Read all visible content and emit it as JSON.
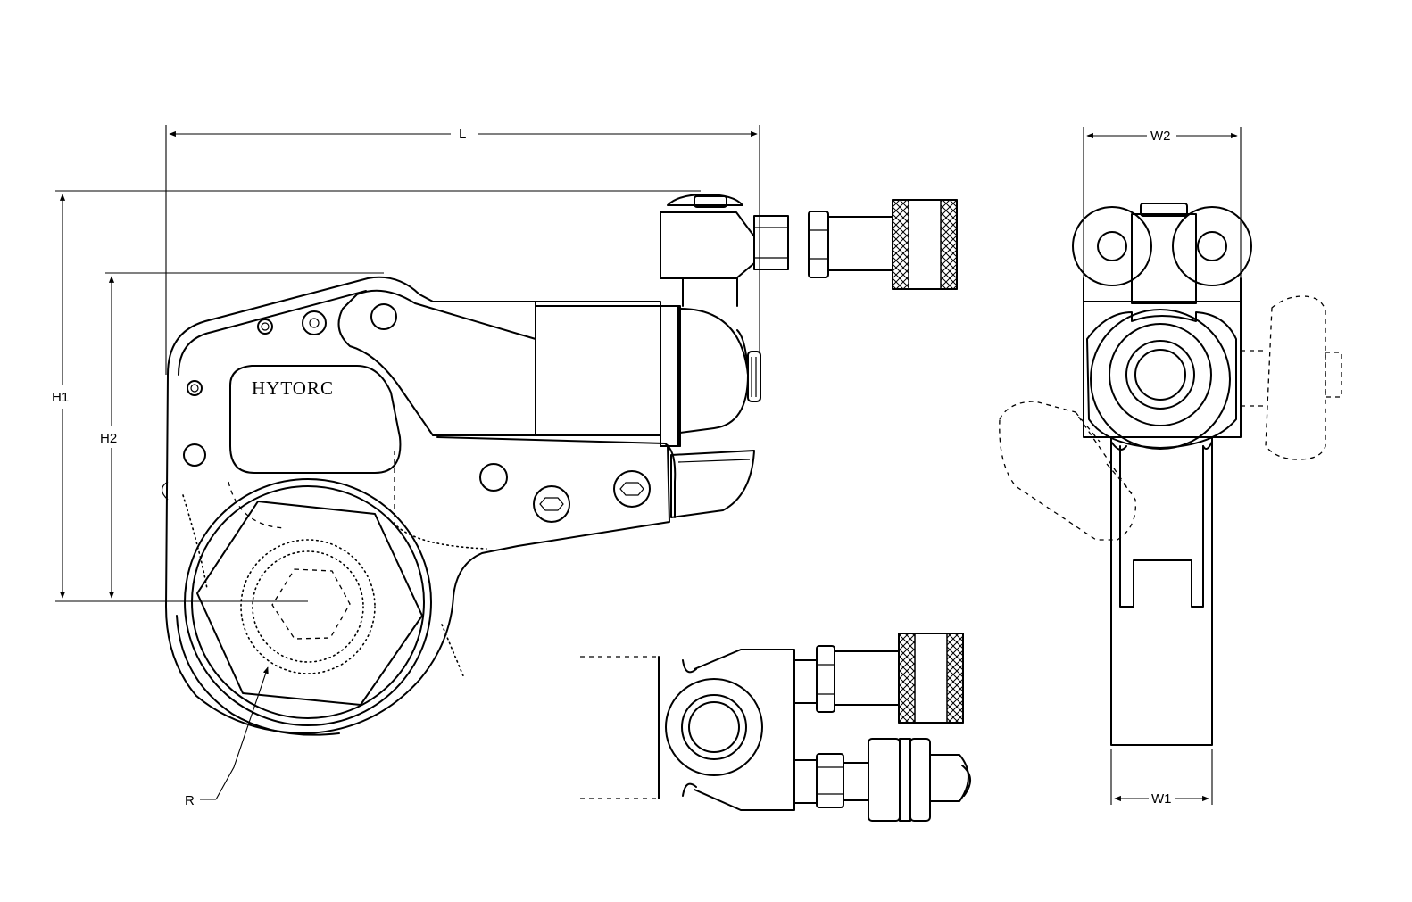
{
  "brand": "HYTORC",
  "dimensions": {
    "L": "L",
    "H1": "H1",
    "H2": "H2",
    "R": "R",
    "W1": "W1",
    "W2": "W2"
  }
}
